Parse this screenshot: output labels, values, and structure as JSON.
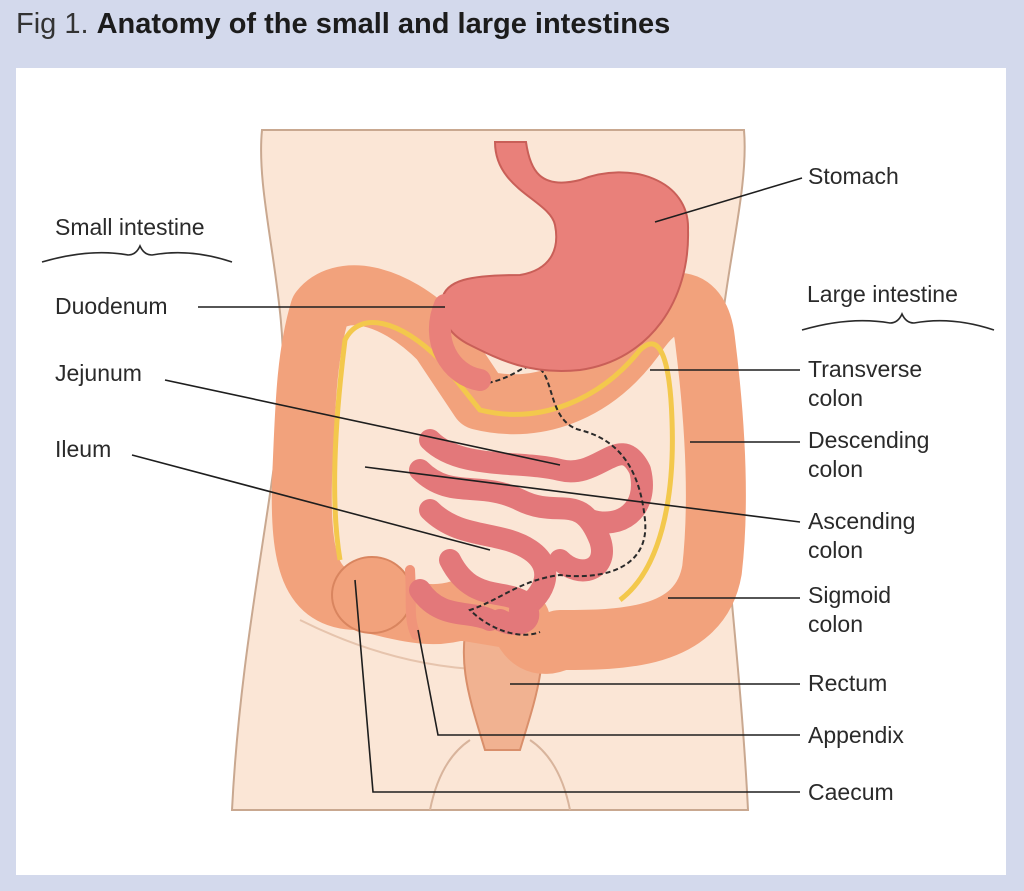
{
  "figure": {
    "prefix": "Fig 1.",
    "title": "Anatomy of the small and large intestines"
  },
  "groups": {
    "small_intestine": "Small intestine",
    "large_intestine": "Large intestine"
  },
  "labels": {
    "stomach": "Stomach",
    "duodenum": "Duodenum",
    "jejunum": "Jejunum",
    "ileum": "Ileum",
    "transverse_colon_1": "Transverse",
    "transverse_colon_2": "colon",
    "descending_colon_1": "Descending",
    "descending_colon_2": "colon",
    "ascending_colon_1": "Ascending",
    "ascending_colon_2": "colon",
    "sigmoid_colon_1": "Sigmoid",
    "sigmoid_colon_2": "colon",
    "rectum": "Rectum",
    "appendix": "Appendix",
    "caecum": "Caecum"
  },
  "colors": {
    "background": "#d3d9ec",
    "skin": "#fbe6d6",
    "colon": "#f2a27c",
    "small_bowel": "#e3787a",
    "stomach": "#e9807a",
    "fat": "#f3c84c"
  }
}
